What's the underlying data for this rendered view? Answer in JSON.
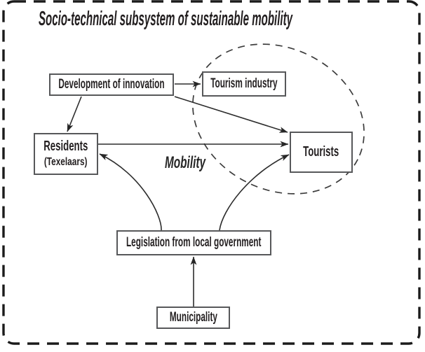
{
  "title": "Socio-technical subsystem of sustainable mobility",
  "labels": {
    "mobility": "Mobility"
  },
  "nodes": {
    "development": {
      "label": "Development of innovation"
    },
    "tourism": {
      "label": "Tourism industry"
    },
    "residents": {
      "label": "Residents",
      "sublabel": "(Texelaars)"
    },
    "tourists": {
      "label": "Tourists"
    },
    "legislation": {
      "label": "Legislation from local government"
    },
    "municipality": {
      "label": "Municipality"
    }
  },
  "edges": [
    {
      "from": "Development of innovation",
      "to": "Tourism industry",
      "style": "straight-arrow"
    },
    {
      "from": "Development of innovation",
      "to": "Residents (Texelaars)",
      "style": "straight-arrow"
    },
    {
      "from": "Development of innovation",
      "to": "Tourists",
      "style": "straight-arrow"
    },
    {
      "from": "Residents (Texelaars)",
      "to": "Tourists",
      "style": "straight-arrow"
    },
    {
      "from": "Legislation from local government",
      "to": "Residents (Texelaars)",
      "style": "curved-arrow"
    },
    {
      "from": "Legislation from local government",
      "to": "Tourists",
      "style": "curved-arrow"
    },
    {
      "from": "Municipality",
      "to": "Legislation from local government",
      "style": "straight-arrow"
    }
  ],
  "grouping": {
    "dashed_ellipse_encloses": [
      "Tourism industry",
      "Tourists"
    ]
  },
  "colors": {
    "text": "#231f20",
    "box_border": "#57585a",
    "line": "#2d2d2d",
    "dashed_border": "#1b1b1b",
    "ellipse": "#3c3c3c",
    "background": "#ffffff"
  }
}
